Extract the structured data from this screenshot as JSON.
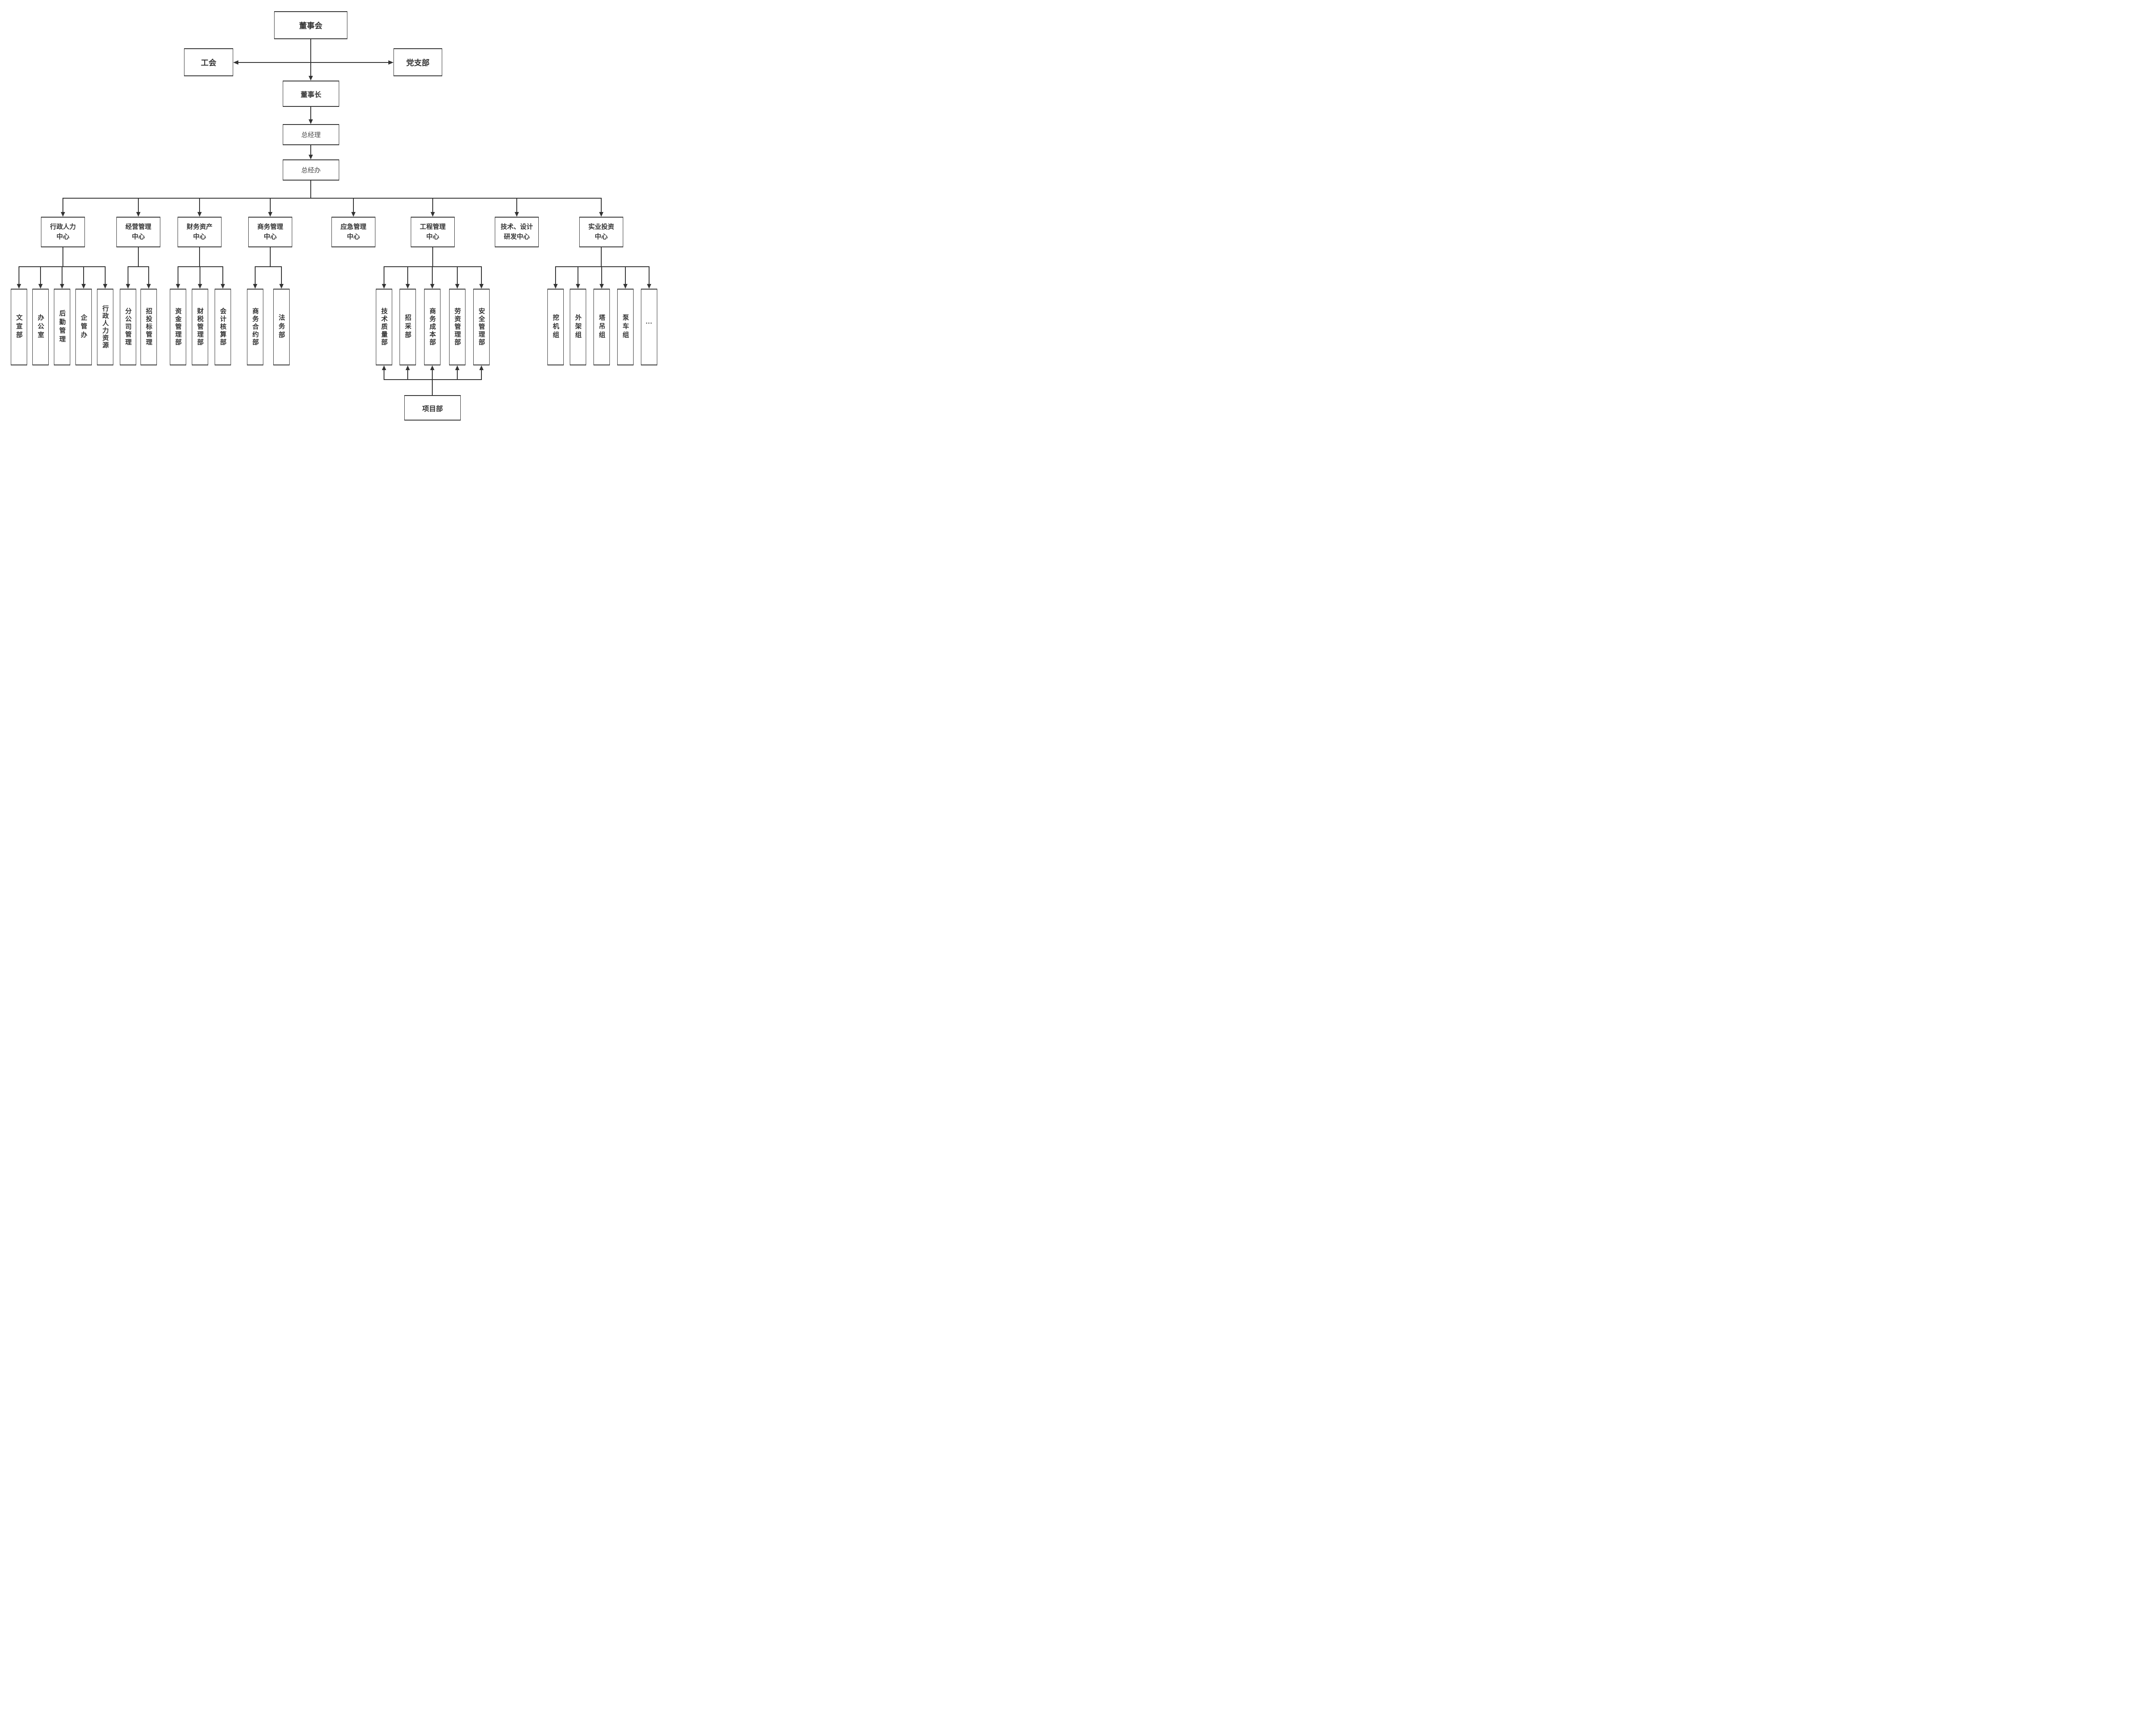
{
  "nodes": {
    "board": "董事会",
    "union": "工会",
    "party": "党支部",
    "chairman": "董事长",
    "general_manager": "总经理",
    "gm_office": "总经办",
    "project_dept": "项目部"
  },
  "centers": [
    {
      "id": "admin-hr",
      "label": "行政人力\n中心"
    },
    {
      "id": "operations",
      "label": "经营管理\n中心"
    },
    {
      "id": "finance-assets",
      "label": "财务资产\n中心"
    },
    {
      "id": "business",
      "label": "商务管理\n中心"
    },
    {
      "id": "emergency",
      "label": "应急管理\n中心"
    },
    {
      "id": "engineering",
      "label": "工程管理\n中心"
    },
    {
      "id": "tech-design-rd",
      "label": "技术、设计\n研发中心"
    },
    {
      "id": "industrial-investment",
      "label": "实业投资\n中心"
    }
  ],
  "departments": {
    "admin_hr": [
      "文宣部",
      "办公室",
      "后勤管理",
      "企管办",
      "行政人力资源"
    ],
    "operations": [
      "分公司管理",
      "招投标管理"
    ],
    "finance_assets": [
      "资金管理部",
      "财税管理部",
      "会计核算部"
    ],
    "business": [
      "商务合约部",
      "法务部"
    ],
    "engineering": [
      "技术质量部",
      "招采部",
      "商务成本部",
      "劳资管理部",
      "安全管理部"
    ],
    "industrial_investment": [
      "挖机组",
      "外架组",
      "塔吊组",
      "泵车组",
      "..."
    ]
  },
  "colors": {
    "line": "#333333",
    "box_border": "#333333",
    "text": "#333333",
    "background": "#ffffff"
  }
}
